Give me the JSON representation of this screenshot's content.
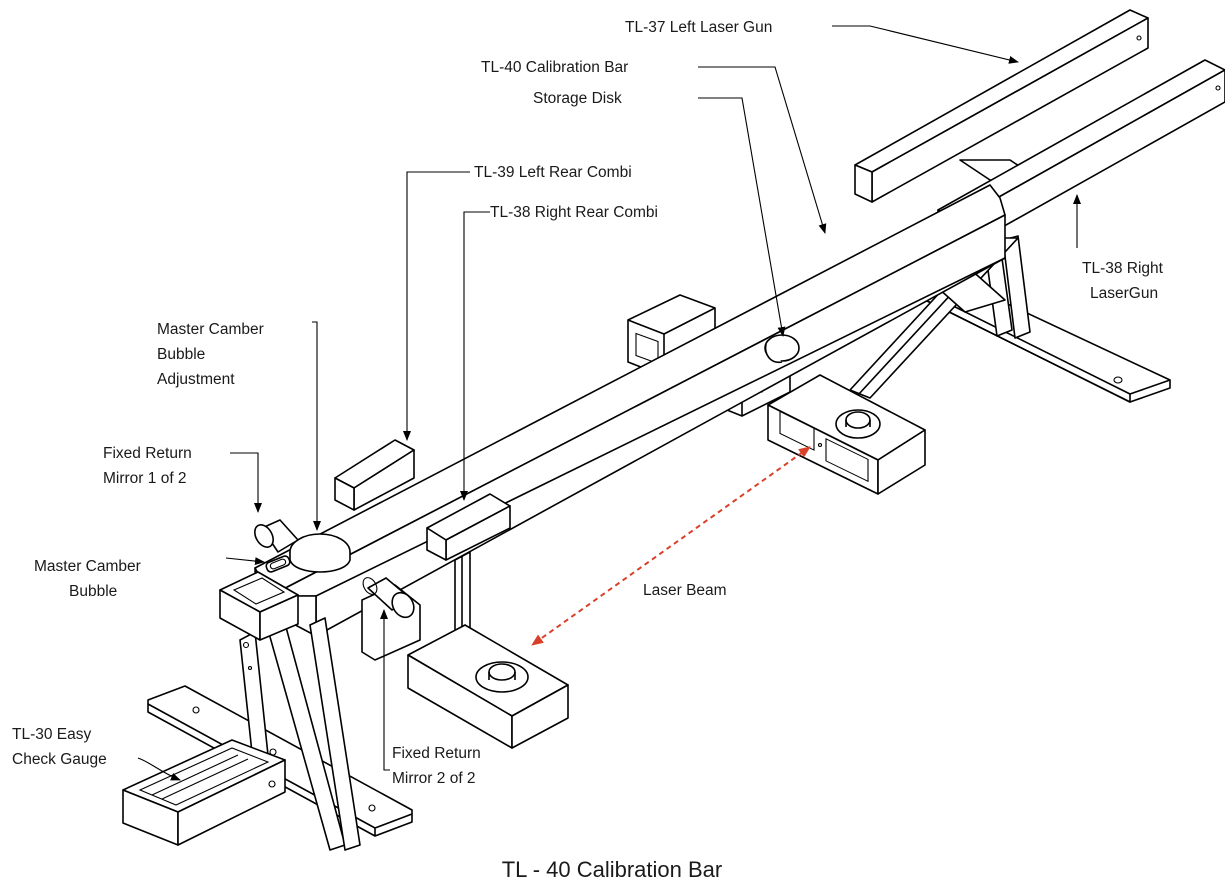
{
  "title": "TL - 40 Calibration Bar",
  "labels": {
    "left_laser_gun": "TL-37 Left Laser Gun",
    "calib_bar_line1": "TL-40 Calibration Bar",
    "calib_bar_line2": "Storage Disk",
    "left_rear_combi": "TL-39 Left Rear Combi",
    "right_rear_combi": "TL-38 Right Rear Combi",
    "master_camber_adj_line1": "Master Camber",
    "master_camber_adj_line2": "Bubble",
    "master_camber_adj_line3": "Adjustment",
    "fixed_mirror1_line1": "Fixed Return",
    "fixed_mirror1_line2": "Mirror 1 of 2",
    "master_bubble_line1": "Master Camber",
    "master_bubble_line2": "Bubble",
    "easy_check_line1": "TL-30 Easy",
    "easy_check_line2": "Check Gauge",
    "fixed_mirror2_line1": "Fixed Return",
    "fixed_mirror2_line2": "Mirror 2 of 2",
    "laser_beam": "Laser Beam",
    "right_laser_line1": "TL-38 Right",
    "right_laser_line2": "LaserGun"
  },
  "colors": {
    "line": "#000000",
    "laser_beam": "#d9402a",
    "background": "#ffffff"
  }
}
